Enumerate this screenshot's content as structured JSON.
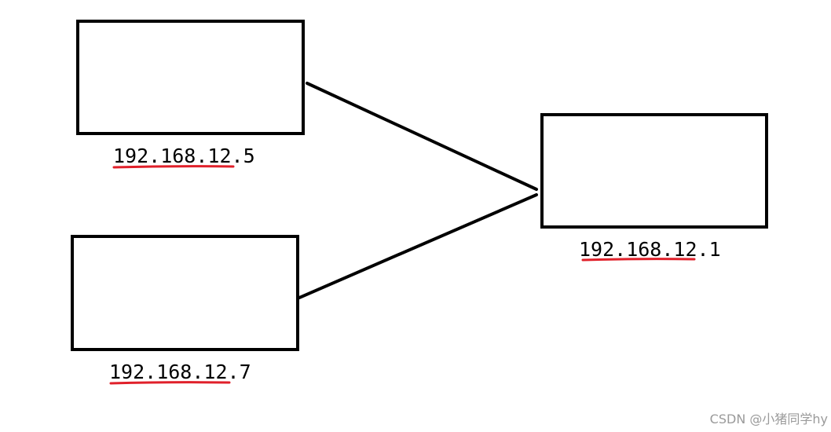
{
  "diagram": {
    "nodes": [
      {
        "id": "host-a",
        "ip_label": "192.168.12.5"
      },
      {
        "id": "host-b",
        "ip_label": "192.168.12.7"
      },
      {
        "id": "gateway",
        "ip_label": "192.168.12.1"
      }
    ],
    "edges": [
      {
        "from": "host-a",
        "to": "gateway"
      },
      {
        "from": "host-b",
        "to": "gateway"
      }
    ],
    "colors": {
      "stroke": "#000000",
      "underline": "#e0202a",
      "watermark": "#9a9a9a"
    }
  },
  "watermark": {
    "text": "CSDN @小猪同学hy"
  }
}
